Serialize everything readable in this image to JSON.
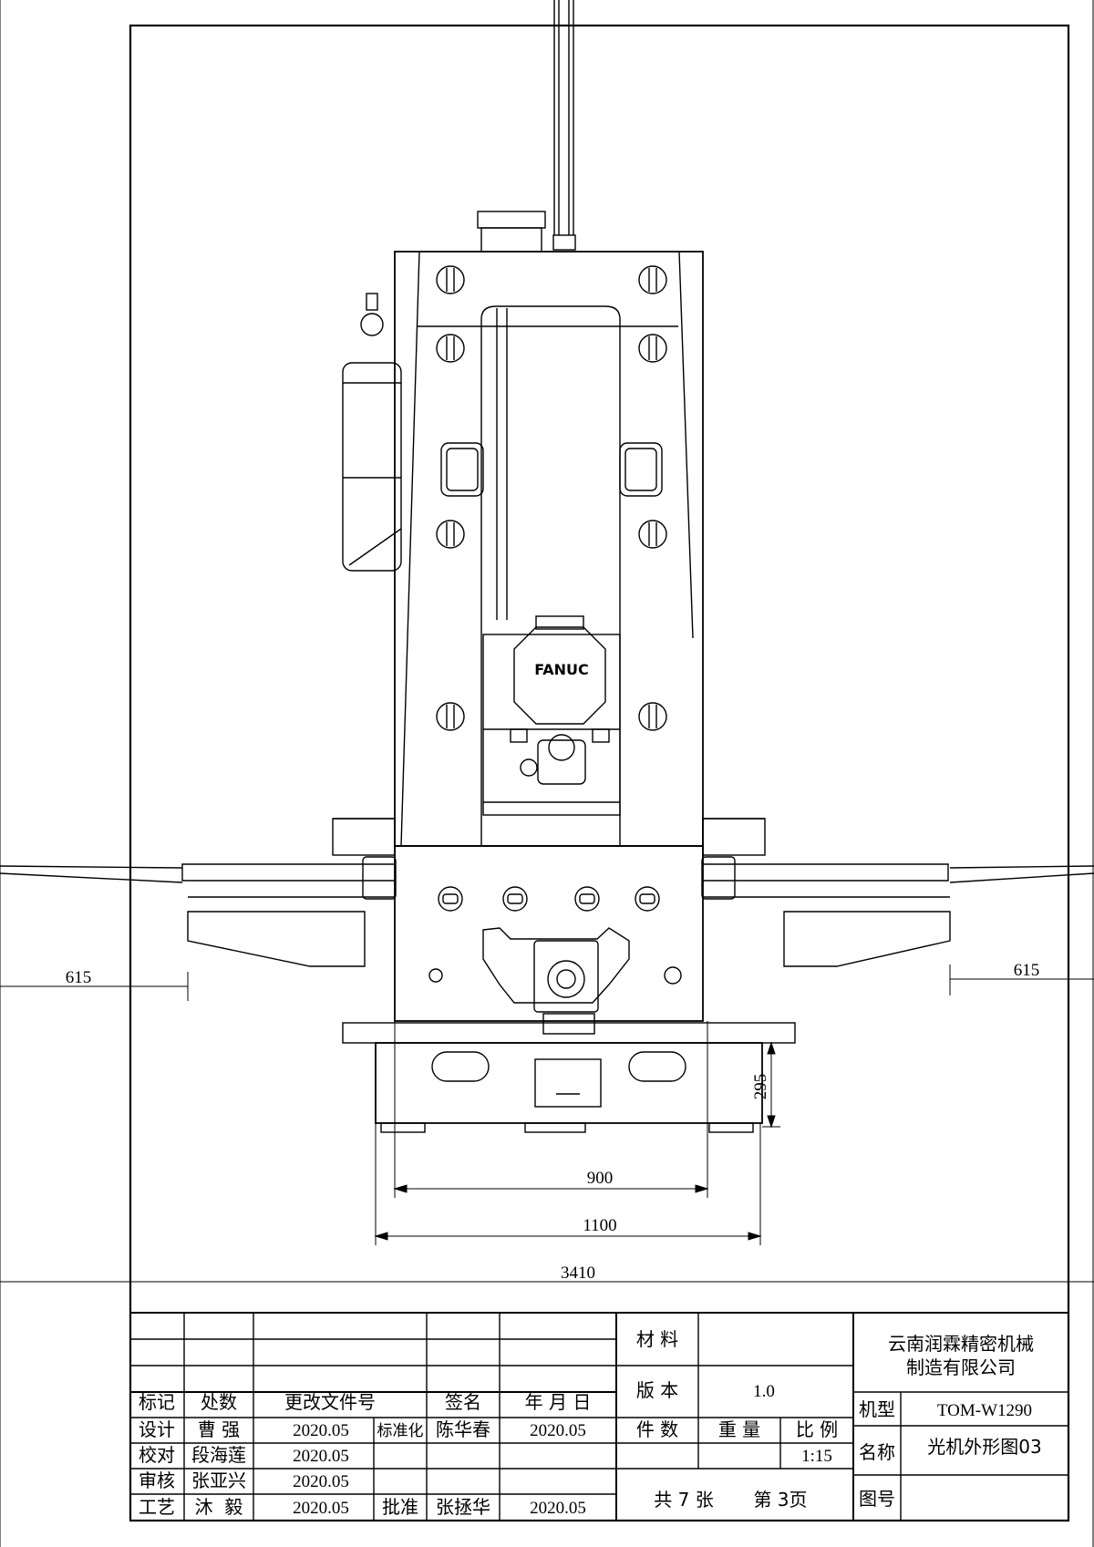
{
  "drawing": {
    "brand_label": "FANUC",
    "dimensions": {
      "left_overhang": "615",
      "right_overhang": "615",
      "base_height": "295",
      "inner_width": "900",
      "base_width": "1100",
      "overall_width": "3410"
    }
  },
  "title_block": {
    "revision_headers": {
      "mark": "标记",
      "zones": "处数",
      "change_doc": "更改文件号",
      "signature": "签名",
      "date": "年 月 日"
    },
    "people": {
      "design": {
        "label": "设计",
        "name": "曹 强",
        "date": "2020.05"
      },
      "check": {
        "label": "校对",
        "name": "段海莲",
        "date": "2020.05"
      },
      "review": {
        "label": "审核",
        "name": "张亚兴",
        "date": "2020.05"
      },
      "process": {
        "label": "工艺",
        "name": "沐  毅",
        "date": "2020.05"
      },
      "standard": {
        "label": "标准化",
        "name": "陈华春",
        "date": "2020.05"
      },
      "approve": {
        "label": "批准",
        "name": "张拯华",
        "date": "2020.05"
      }
    },
    "material_label": "材 料",
    "material_value": "",
    "version_label": "版 本",
    "version_value": "1.0",
    "pieces_label": "件 数",
    "weight_label": "重 量",
    "scale_label": "比 例",
    "scale_value": "1:15",
    "sheets_text": "共 7 张",
    "sheet_no_text": "第 3页",
    "company_line1": "云南润霖精密机械",
    "company_line2": "制造有限公司",
    "model_label": "机型",
    "model_value": "TOM-W1290",
    "name_label": "名称",
    "name_value": "光机外形图03",
    "drawing_no_label": "图号",
    "drawing_no_value": ""
  }
}
